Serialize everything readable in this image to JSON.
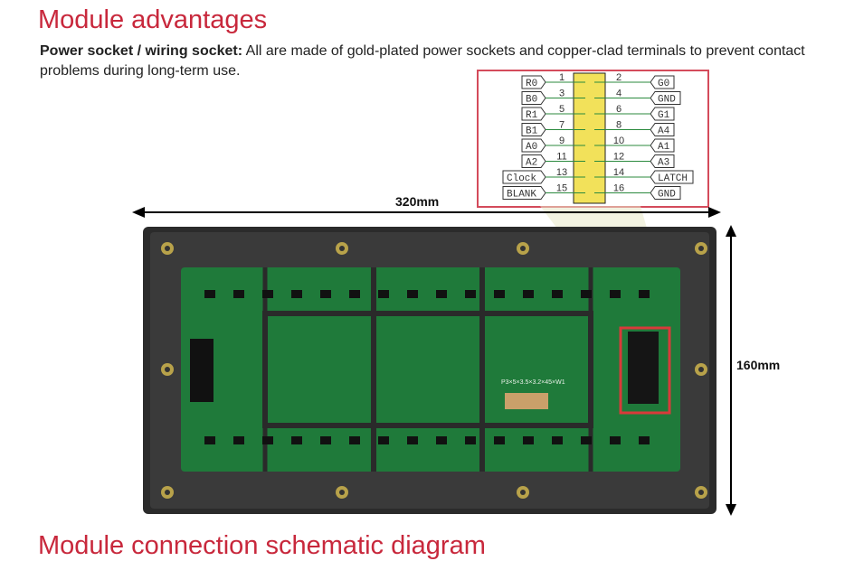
{
  "heading": "Module advantages",
  "description": {
    "bold": "Power socket / wiring socket:",
    "text": " All are made of gold-plated power sockets and copper-clad terminals to prevent contact problems during long-term use."
  },
  "pinout": {
    "left": [
      {
        "signal": "R0",
        "pin": "1"
      },
      {
        "signal": "B0",
        "pin": "3"
      },
      {
        "signal": "R1",
        "pin": "5"
      },
      {
        "signal": "B1",
        "pin": "7"
      },
      {
        "signal": "A0",
        "pin": "9"
      },
      {
        "signal": "A2",
        "pin": "11"
      },
      {
        "signal": "Clock",
        "pin": "13"
      },
      {
        "signal": "BLANK",
        "pin": "15"
      }
    ],
    "right": [
      {
        "signal": "G0",
        "pin": "2"
      },
      {
        "signal": "GND",
        "pin": "4"
      },
      {
        "signal": "G1",
        "pin": "6"
      },
      {
        "signal": "A4",
        "pin": "8"
      },
      {
        "signal": "A1",
        "pin": "10"
      },
      {
        "signal": "A3",
        "pin": "12"
      },
      {
        "signal": "LATCH",
        "pin": "14"
      },
      {
        "signal": "GND",
        "pin": "16"
      }
    ]
  },
  "dimensions": {
    "width": "320mm",
    "height": "160mm"
  },
  "pcb_label": "P3×5×3.5×3.2×45×W1",
  "next_heading": "Module connection schematic diagram",
  "colors": {
    "accent": "#c8283c",
    "pcb": "#1f7a3a",
    "frame": "#2a2a2a",
    "highlight": "#d83a3a"
  }
}
